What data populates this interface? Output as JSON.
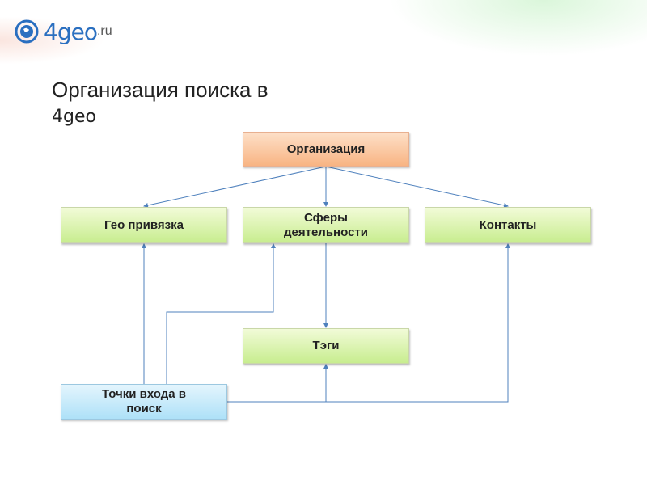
{
  "logo": {
    "text": "4geo",
    "suffix": ".ru"
  },
  "title": {
    "line1": "Организация поиска в",
    "line2": "4geo"
  },
  "nodes": {
    "org": "Организация",
    "geo": "Гео привязка",
    "spheres_1": "Сферы",
    "spheres_2": "деятельности",
    "contacts": "Контакты",
    "tags": "Тэги",
    "entry_1": "Точки входа в",
    "entry_2": "поиск"
  },
  "colors": {
    "line": "#4f81bd",
    "orange": "#f8b483",
    "green": "#c8ed8f",
    "blue": "#aee1f8"
  }
}
